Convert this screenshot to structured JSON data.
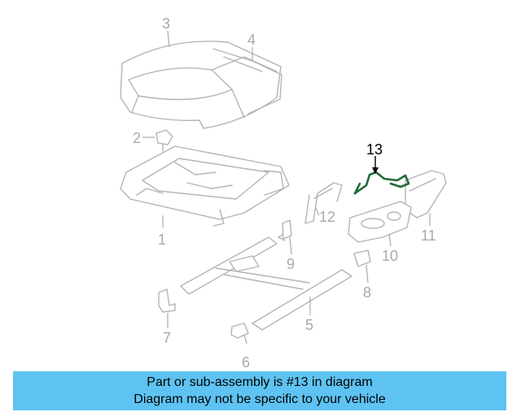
{
  "callouts": {
    "c1": "1",
    "c2": "2",
    "c3": "3",
    "c4": "4",
    "c5": "5",
    "c6": "6",
    "c7": "7",
    "c8": "8",
    "c9": "9",
    "c10": "10",
    "c11": "11",
    "c12": "12",
    "c13": "13"
  },
  "highlight_color": "#1f6b3a",
  "banner": {
    "line1": "Part or sub-assembly is #13 in diagram",
    "line2": "Diagram may not be specific to your vehicle",
    "background": "#5ec3f2"
  }
}
